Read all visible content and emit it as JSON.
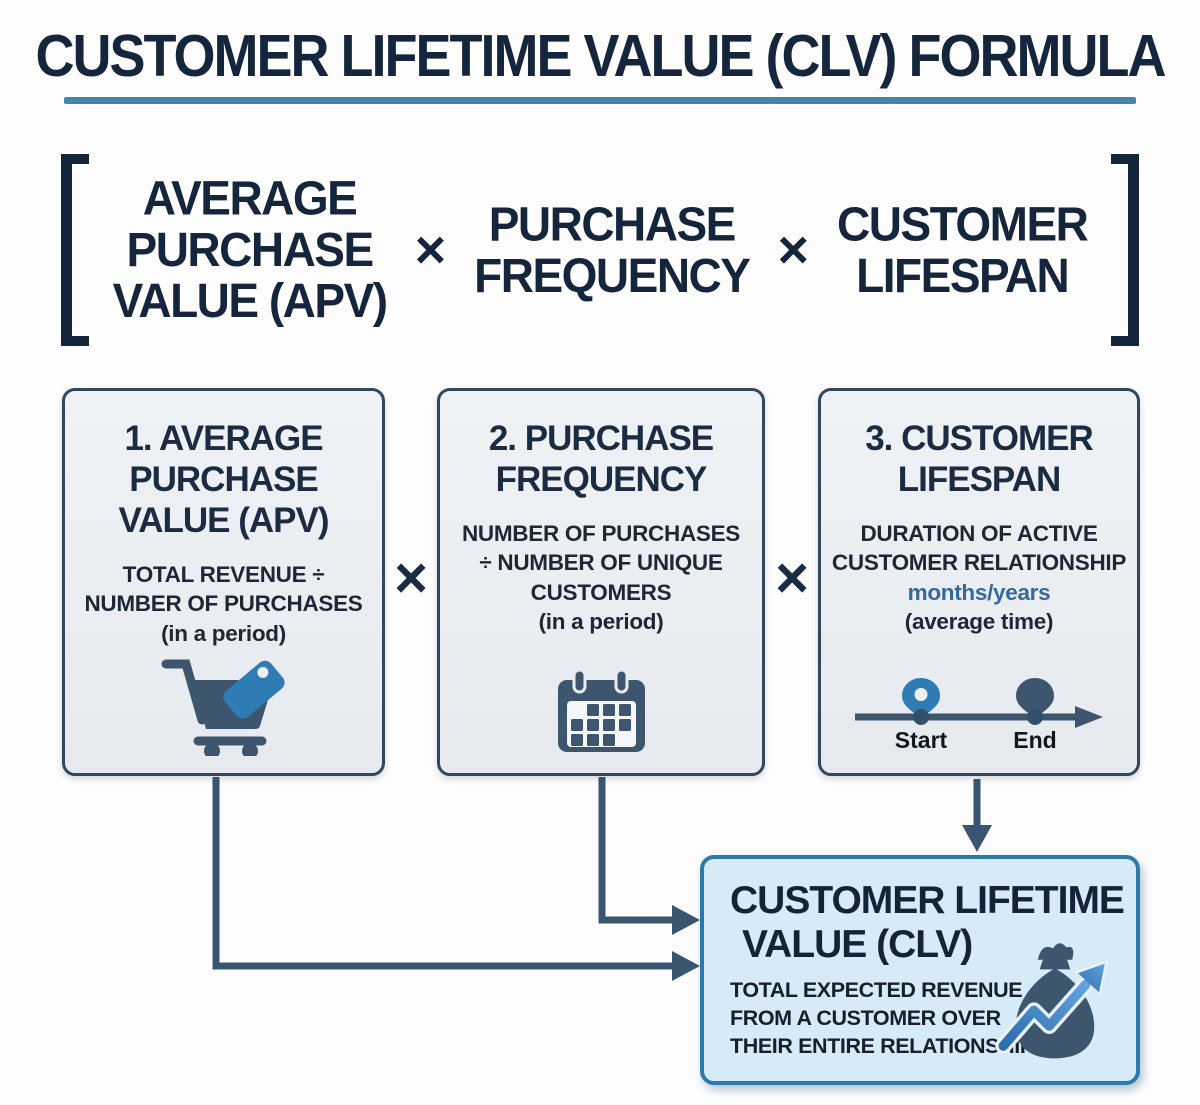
{
  "title": "CUSTOMER LIFETIME VALUE (CLV) FORMULA",
  "symbols": {
    "multiply": "×"
  },
  "formula": {
    "terms": [
      {
        "lines": [
          "AVERAGE",
          "PURCHASE",
          "VALUE (APV)"
        ]
      },
      {
        "lines": [
          "PURCHASE",
          "FREQUENCY"
        ]
      },
      {
        "lines": [
          "CUSTOMER",
          "LIFESPAN"
        ]
      }
    ]
  },
  "cards": [
    {
      "title_lines": [
        "1. AVERAGE",
        "PURCHASE",
        "VALUE (APV)"
      ],
      "body_lines": [
        "TOTAL REVENUE ÷",
        "NUMBER OF PURCHASES",
        "(in a period)"
      ],
      "icon": "shopping-cart-price-tag"
    },
    {
      "title_lines": [
        "2. PURCHASE",
        "FREQUENCY"
      ],
      "body_lines": [
        "NUMBER OF PURCHASES",
        "÷ NUMBER OF UNIQUE",
        "CUSTOMERS",
        "(in a period)"
      ],
      "icon": "calendar"
    },
    {
      "title_lines": [
        "3. CUSTOMER",
        "LIFESPAN"
      ],
      "body_lines": [
        "DURATION OF ACTIVE",
        "CUSTOMER RELATIONSHIP"
      ],
      "highlight": "months/years",
      "note": "(average time)",
      "icon": "timeline-start-end",
      "timeline": {
        "start": "Start",
        "end": "End"
      }
    }
  ],
  "result": {
    "title_lines": [
      "CUSTOMER LIFETIME",
      "VALUE (CLV)"
    ],
    "body_lines": [
      "TOTAL EXPECTED REVENUE",
      "FROM A CUSTOMER OVER",
      "THEIR ENTIRE RELATIONSHIP"
    ],
    "icon": "money-bag-growth"
  },
  "colors": {
    "title_text": "#15263c",
    "underline_blue": "#4583b0",
    "card_border": "#32465c",
    "card_bg": "#e9edf1",
    "slate_icon": "#3d566e",
    "accent_blue": "#2f7cb5",
    "months_years": "#34699c",
    "arrow": "#3a5570",
    "result_border": "#2b7aab",
    "result_bg": "#d7eaf7"
  }
}
